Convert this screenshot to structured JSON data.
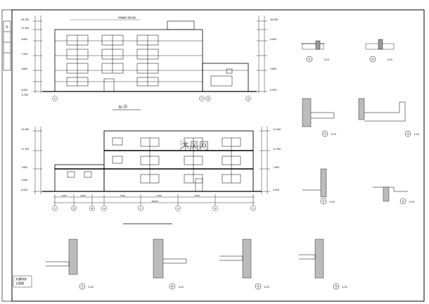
{
  "title_block": {
    "sheet_no": "①",
    "project_name": "文通科技",
    "drawing_name": "立面图"
  },
  "views": {
    "elevation_A": {
      "label": "①-Ⓐ",
      "top_label": "外墙涂料 浅灰白色",
      "axis_labels": [
        "①",
        "⑪",
        "⑫",
        "Ⓐ"
      ],
      "elevations": [
        "16.300",
        "12.100",
        "9.600",
        "7.200",
        "4.800",
        "0.000",
        "-0.300"
      ]
    },
    "section": {
      "axis_labels": [
        "⑦",
        "⑬",
        "⑭",
        "⑨",
        "⑦",
        "⑤",
        "③",
        "①"
      ],
      "dims": [
        "4200",
        "4200",
        "7200",
        "7200",
        "7200",
        "36000"
      ],
      "elevations": [
        "13.400",
        "11.700",
        "7.800",
        "4.000",
        "0.000"
      ]
    }
  },
  "details": [
    {
      "id": "d1",
      "num": "①",
      "scale": "1:20"
    },
    {
      "id": "d2",
      "num": "②",
      "scale": "1:20"
    },
    {
      "id": "d3",
      "num": "③",
      "scale": "1:20"
    },
    {
      "id": "d4",
      "num": "④",
      "scale": "1:20"
    },
    {
      "id": "d5",
      "num": "⑤",
      "scale": "1:20"
    },
    {
      "id": "d6",
      "num": "⑥",
      "scale": "1:20"
    },
    {
      "id": "d7",
      "num": "⑦",
      "scale": "1:20"
    },
    {
      "id": "d8",
      "num": "⑧",
      "scale": "1:20"
    },
    {
      "id": "d9",
      "num": "⑨",
      "scale": "1:20"
    },
    {
      "id": "d10",
      "num": "⑩",
      "scale": "1:20"
    }
  ],
  "watermark": "沐风网"
}
